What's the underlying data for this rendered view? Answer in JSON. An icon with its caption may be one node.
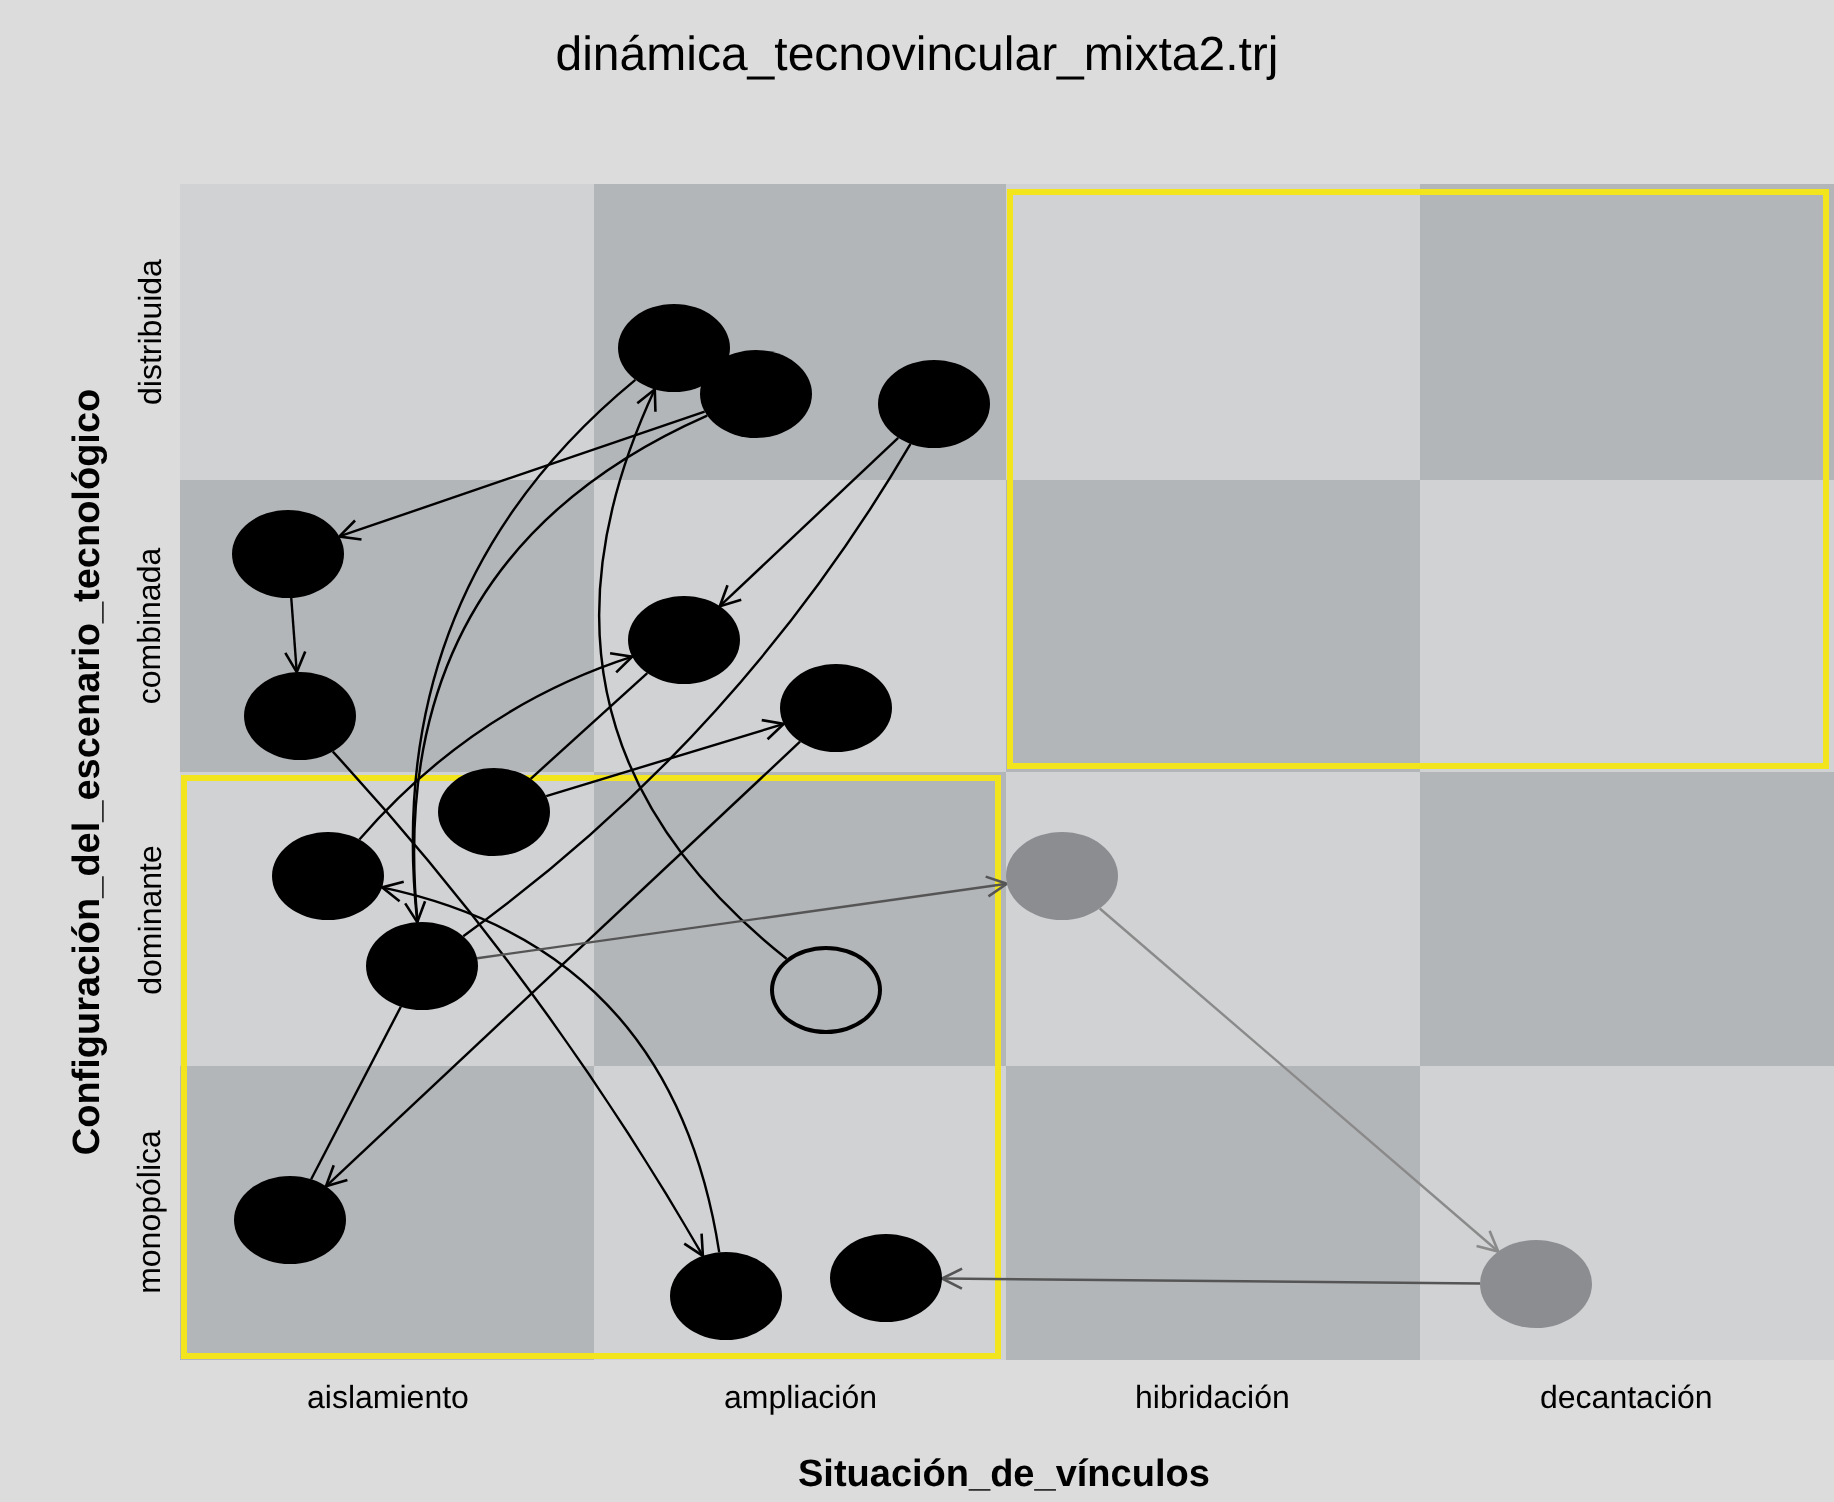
{
  "diagram": {
    "title": "dinámica_tecnovincular_mixta2.trj",
    "nodes": [
      {
        "text": [],
        "shape": "circle"
      },
      {
        "text": [],
        "shape": "circle"
      },
      {
        "text": [],
        "shape": "circle"
      },
      {
        "text": [],
        "shape": "circle"
      },
      {
        "text": [],
        "shape": "circle"
      },
      {
        "text": [],
        "shape": "circle"
      },
      {
        "text": [],
        "shape": "circle"
      },
      {
        "text": [],
        "shape": "circle"
      },
      {
        "text": [],
        "shape": "circle"
      },
      {
        "text": [],
        "shape": "circle"
      },
      {
        "text": [],
        "shape": "circle"
      },
      {
        "text": [],
        "shape": "circle"
      },
      {
        "text": [],
        "shape": "circle"
      },
      {
        "text": [],
        "shape": "circle"
      },
      {
        "text": [],
        "shape": "circle"
      },
      {
        "text": [],
        "shape": "circle"
      }
    ],
    "edges": [
      {
        "from": 11,
        "to": 0,
        "arrow": "to"
      },
      {
        "from": 0,
        "to": 10,
        "arrow": "to"
      },
      {
        "from": 10,
        "to": 1,
        "arrow": "none"
      },
      {
        "from": 1,
        "to": 3,
        "arrow": "to"
      },
      {
        "from": 3,
        "to": 6,
        "arrow": "to"
      },
      {
        "from": 6,
        "to": 15,
        "arrow": "to"
      },
      {
        "from": 15,
        "to": 8,
        "arrow": "to"
      },
      {
        "from": 8,
        "to": 4,
        "arrow": "to"
      },
      {
        "from": 4,
        "to": 7,
        "arrow": "none"
      },
      {
        "from": 7,
        "to": 5,
        "arrow": "to"
      },
      {
        "from": 5,
        "to": 12,
        "arrow": "to"
      },
      {
        "from": 12,
        "to": 10,
        "arrow": "none"
      },
      {
        "from": 10,
        "to": 2,
        "arrow": "none"
      },
      {
        "from": 2,
        "to": 4,
        "arrow": "to"
      },
      {
        "from": 10,
        "to": 9,
        "arrow": "to",
        "color": "#555555"
      },
      {
        "from": 9,
        "to": 14,
        "arrow": "to",
        "color": "#8a8a8a"
      },
      {
        "from": 14,
        "to": 13,
        "arrow": "to",
        "color": "#555555"
      }
    ],
    "labels": [
      "Configuración_del_escenario_tecnológico",
      "distribuida",
      "combinada",
      "dominante",
      "monopólica",
      "aislamiento",
      "ampliación",
      "hibridación",
      "decantación",
      "Situación_de_vínculos"
    ]
  }
}
